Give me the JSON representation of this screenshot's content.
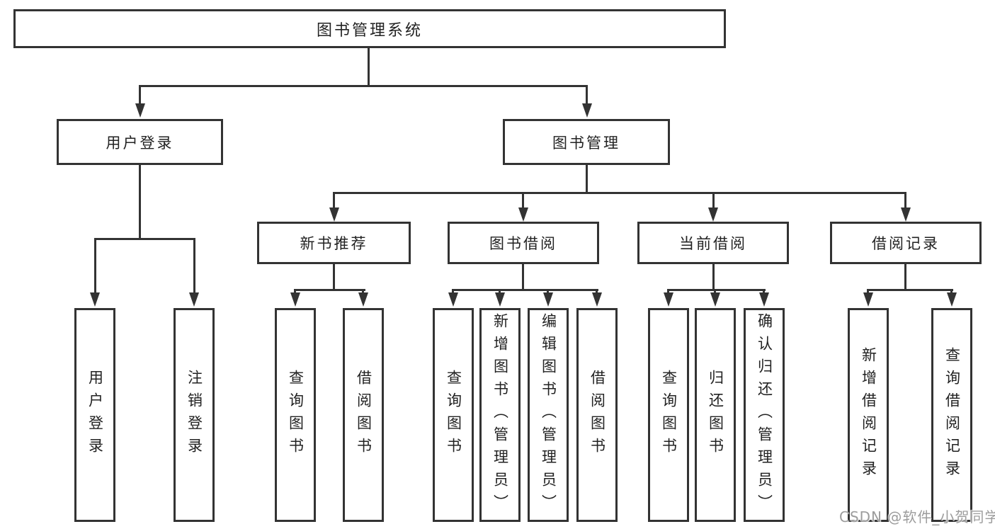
{
  "tree": {
    "label": "图书管理系统",
    "children": [
      {
        "label": "用户登录",
        "children": [
          {
            "label": "用户登录"
          },
          {
            "label": "注销登录"
          }
        ]
      },
      {
        "label": "图书管理",
        "children": [
          {
            "label": "新书推荐",
            "children": [
              {
                "label": "查询图书"
              },
              {
                "label": "借阅图书"
              }
            ]
          },
          {
            "label": "图书借阅",
            "children": [
              {
                "label": "查询图书"
              },
              {
                "label": "新增图书（管理员）"
              },
              {
                "label": "编辑图书（管理员）"
              },
              {
                "label": "借阅图书"
              }
            ]
          },
          {
            "label": "当前借阅",
            "children": [
              {
                "label": "查询图书"
              },
              {
                "label": "归还图书"
              },
              {
                "label": "确认归还（管理员）"
              }
            ]
          },
          {
            "label": "借阅记录",
            "children": [
              {
                "label": "新增借阅记录"
              },
              {
                "label": "查询借阅记录"
              }
            ]
          }
        ]
      }
    ]
  },
  "watermark": {
    "text": "CSDN @软件_小贺同学"
  },
  "colors": {
    "line": "#333333",
    "text": "#222222",
    "background": "#ffffff",
    "watermark": "#9c9c9c"
  }
}
